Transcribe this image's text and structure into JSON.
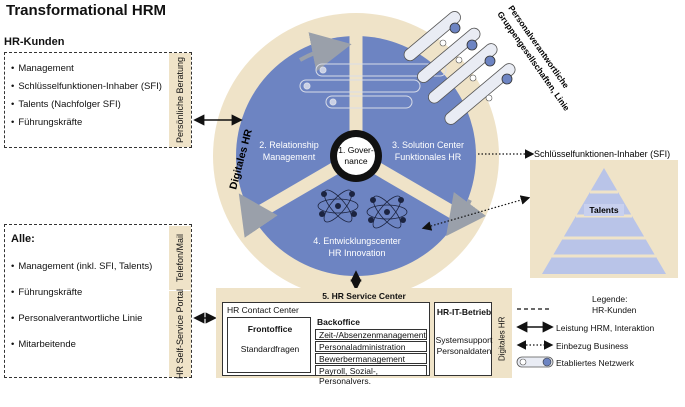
{
  "title": "Transformational HRM",
  "hr_kunden": {
    "heading": "HR-Kunden",
    "items": [
      "Management",
      "Schlüsselfunktionen-Inhaber (SFI)",
      "Talents (Nachfolger SFI)",
      "Führungskräfte"
    ],
    "side_label": "Persönliche Beratung"
  },
  "alle": {
    "heading": "Alle:",
    "items": [
      "Management (inkl. SFI, Talents)",
      "Führungskräfte",
      "Personalverantwortliche Linie",
      "Mitarbeitende"
    ],
    "side_label_top": "Telefon/Mail",
    "side_label_bottom": "HR Self-Service Portal"
  },
  "circle": {
    "governance": "1. Gover-\nnance",
    "governance_lines": [
      "1. Gover-",
      "nance"
    ],
    "relationship": [
      "2. Relationship",
      "Management"
    ],
    "solution": [
      "3. Solution Center",
      "Funktionales HR"
    ],
    "entwicklung": [
      "4. Entwicklungscenter",
      "HR Innovation"
    ],
    "ring_label": "Digitales HR",
    "network_label": [
      "Personalverantwortliche",
      "Gruppengesellschaften, Linie"
    ]
  },
  "sfi": {
    "label": "Schlüsselfunktionen-Inhaber (SFI)",
    "talents": "Talents"
  },
  "service_center": {
    "title": "5. HR Service Center",
    "contact_center": "HR Contact Center",
    "frontoffice": "Frontoffice",
    "standardfragen": "Standardfragen",
    "backoffice": "Backoffice",
    "backoffice_items": [
      "Zeit-/Absenzenmanagement",
      "Personaladministration",
      "Bewerbermanagement",
      "Payroll, Sozial-, Personalvers."
    ],
    "it_title": "HR-IT-Betrieb",
    "it_items": [
      "Systemsupport",
      "Personaldaten"
    ],
    "side_label": "Digitales HR"
  },
  "legend": {
    "title": "Legende:",
    "items": [
      {
        "label": "HR-Kunden",
        "style": "dashed"
      },
      {
        "label": "Leistung HRM, Interaktion",
        "style": "double-arrow"
      },
      {
        "label": "Einbezug Business",
        "style": "dotted-arrow"
      },
      {
        "label": "Etabliertes Netzwerk",
        "style": "network"
      }
    ]
  },
  "colors": {
    "circle_blue": "#6d84c2",
    "ring_tan": "#efe3c8",
    "pyramid_blue": "#b9c4e8",
    "ink": "#111111"
  }
}
